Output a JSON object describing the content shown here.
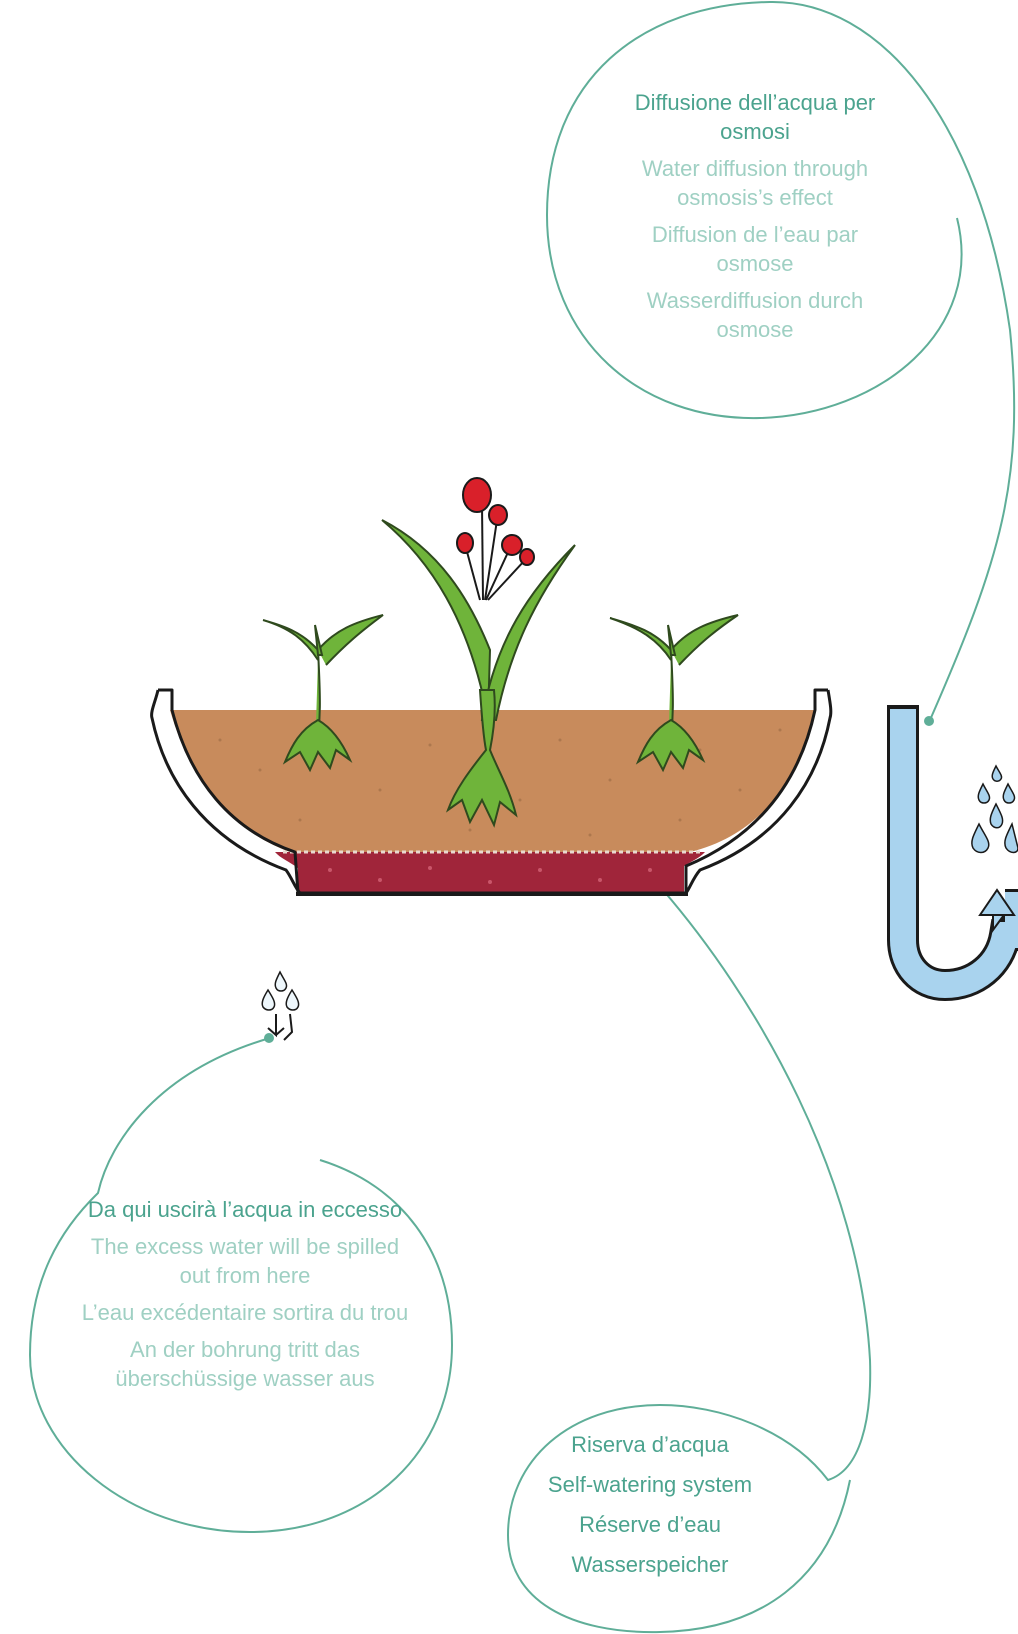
{
  "colors": {
    "leader_line": "#5fae98",
    "heading_text": "#4ba38e",
    "secondary_text": "#9fd0c3",
    "soil": "#c88b5c",
    "water_reserve": "#a0253a",
    "leaf": "#6fb43a",
    "flower": "#d9202a",
    "water": "#a9d3ee"
  },
  "icons": [
    "water-drop-icon",
    "down-arrow-icon",
    "up-arrow-icon",
    "water-pipe-icon"
  ],
  "labels": {
    "osmosis": {
      "it": "Diffusione dell’acqua per osmosi",
      "en": "Water diffusion through osmosis’s effect",
      "fr": "Diffusion de l’eau par osmose",
      "de": "Wasserdiffusion durch osmose"
    },
    "drain": {
      "it": "Da qui uscirà l’acqua in eccesso",
      "en": "The excess water will be spilled out from here",
      "fr": "L’eau excédentaire sortira du trou",
      "de": "An der bohrung tritt das überschüssige wasser aus"
    },
    "reserve": {
      "it": "Riserva d’acqua",
      "en": "Self-watering system",
      "fr": "Réserve d’eau",
      "de": "Wasserspeicher"
    }
  }
}
